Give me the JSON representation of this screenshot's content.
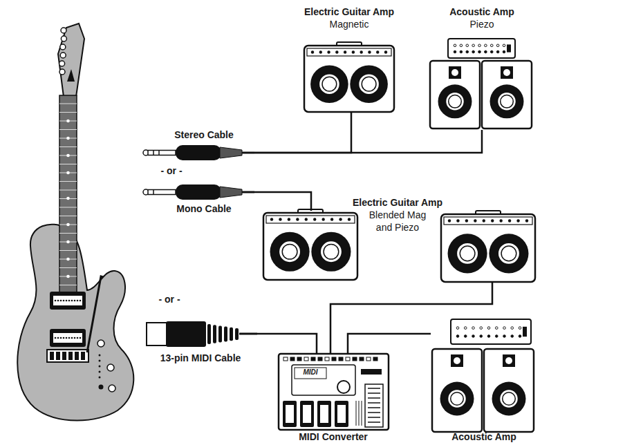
{
  "diagram": {
    "nodes": [
      {
        "text": [
          "Electric Guitar Amp",
          "Magnetic"
        ]
      },
      {
        "text": [
          "Acoustic Amp",
          "Piezo"
        ]
      },
      {
        "text": [
          "Stereo Cable"
        ]
      },
      {
        "text": [
          "Mono Cable"
        ]
      },
      {
        "text": [
          "Electric Guitar Amp",
          "Blended Mag and Piezo"
        ]
      },
      {
        "text": [
          "13-pin MIDI Cable"
        ]
      },
      {
        "text": [
          "MIDI Converter"
        ]
      },
      {
        "text": [
          "Acoustic Amp"
        ]
      }
    ],
    "edges": [
      {
        "from": 2,
        "to": 0,
        "arrow": "none"
      },
      {
        "from": 2,
        "to": 1,
        "arrow": "none"
      },
      {
        "from": 3,
        "to": 4,
        "arrow": "none"
      },
      {
        "from": 5,
        "to": 6,
        "arrow": "none"
      },
      {
        "from": 6,
        "to": 7,
        "arrow": "none"
      }
    ],
    "labels": [
      "- or -",
      "- or -",
      "MIDI"
    ]
  }
}
